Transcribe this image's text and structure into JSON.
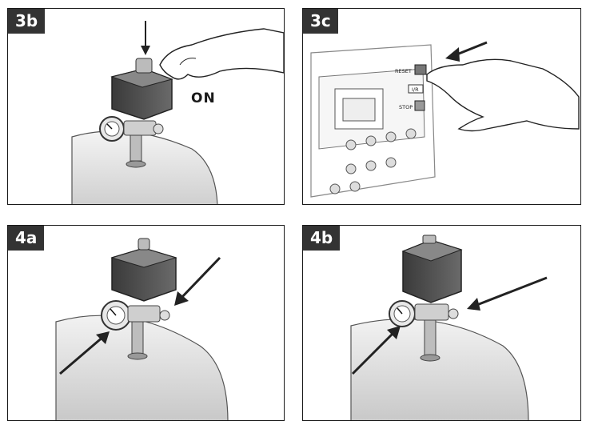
{
  "panels": [
    {
      "id": "3b",
      "label": "3b",
      "text": "ON"
    },
    {
      "id": "3c",
      "label": "3c",
      "buttons": {
        "reset": "RESET",
        "ir": "I/R",
        "stop": "STOP"
      }
    },
    {
      "id": "4a",
      "label": "4a"
    },
    {
      "id": "4b",
      "label": "4b"
    }
  ]
}
